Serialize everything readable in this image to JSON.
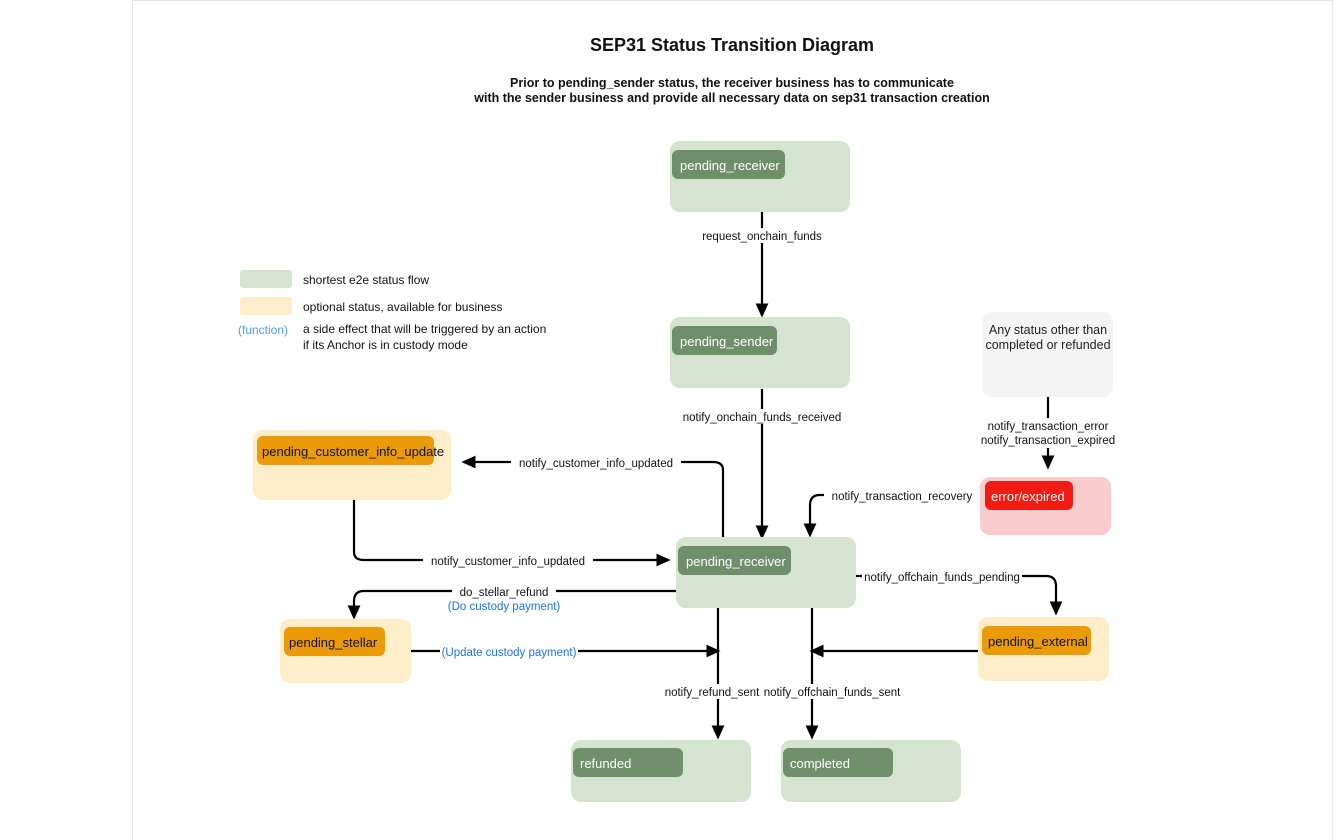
{
  "header": {
    "title": "SEP31 Status Transition Diagram",
    "subtitle_line1": "Prior to pending_sender status, the receiver business has to communicate",
    "subtitle_line2": "with the sender business and provide all necessary data on sep31 transaction creation"
  },
  "legend": {
    "items": [
      {
        "swatch": "#d4e4d0",
        "label": "shortest e2e status flow"
      },
      {
        "swatch": "#fdeec9",
        "label": "optional status, available for business"
      }
    ],
    "function_key": "(function)",
    "function_desc_line1": "a side effect that will be triggered by an action",
    "function_desc_line2": "if its Anchor is in custody mode"
  },
  "colors": {
    "green_box": "#d4e4d0",
    "green_chip": "#6f8f6a",
    "cream_box": "#fdeec9",
    "orange_chip": "#eb9a09",
    "pink_box": "#f9cdcd",
    "red_chip": "#f01b13",
    "gray_box": "#f4f4f4",
    "function_blue": "#1a73e8",
    "edge": "#000000"
  },
  "nodes": [
    {
      "id": "pending_receiver_top",
      "label": "pending_receiver",
      "kind": "green"
    },
    {
      "id": "pending_sender",
      "label": "pending_sender",
      "kind": "green"
    },
    {
      "id": "pending_receiver_mid",
      "label": "pending_receiver",
      "kind": "green"
    },
    {
      "id": "refunded",
      "label": "refunded",
      "kind": "green"
    },
    {
      "id": "completed",
      "label": "completed",
      "kind": "green"
    },
    {
      "id": "pending_customer_info_update",
      "label": "pending_customer_info_update",
      "kind": "orange"
    },
    {
      "id": "pending_stellar",
      "label": "pending_stellar",
      "kind": "orange"
    },
    {
      "id": "pending_external",
      "label": "pending_external",
      "kind": "orange"
    },
    {
      "id": "error_expired",
      "label": "error/expired",
      "kind": "red"
    },
    {
      "id": "any_status",
      "label_line1": "Any status other than",
      "label_line2": "completed or refunded",
      "kind": "plain"
    }
  ],
  "edges": [
    {
      "id": "e1",
      "label": "request_onchain_funds",
      "from": "pending_receiver_top",
      "to": "pending_sender"
    },
    {
      "id": "e2",
      "label": "notify_onchain_funds_received",
      "from": "pending_sender",
      "to": "pending_receiver_mid"
    },
    {
      "id": "e3",
      "label": "notify_customer_info_updated",
      "from": "pending_receiver_mid",
      "to": "pending_customer_info_update"
    },
    {
      "id": "e4",
      "label": "notify_customer_info_updated",
      "from": "pending_customer_info_update",
      "to": "pending_receiver_mid"
    },
    {
      "id": "e5",
      "label": "do_stellar_refund",
      "function": "(Do custody payment)",
      "from": "pending_receiver_mid",
      "to": "pending_stellar"
    },
    {
      "id": "e6",
      "label": "",
      "function": "(Update custody payment)",
      "from": "pending_stellar",
      "to": "pending_receiver_mid"
    },
    {
      "id": "e7",
      "label": "notify_offchain_funds_pending",
      "from": "pending_receiver_mid",
      "to": "pending_external"
    },
    {
      "id": "e8",
      "label": "",
      "from": "pending_external",
      "to": "pending_receiver_mid"
    },
    {
      "id": "e9",
      "label": "notify_transaction_recovery",
      "from": "error_expired",
      "to": "pending_receiver_mid"
    },
    {
      "id": "e10",
      "label_line1": "notify_transaction_error",
      "label_line2": "notify_transaction_expired",
      "from": "any_status",
      "to": "error_expired"
    },
    {
      "id": "e11",
      "label": "notify_refund_sent",
      "from": "pending_receiver_mid",
      "to": "refunded"
    },
    {
      "id": "e12",
      "label": "notify_offchain_funds_sent",
      "from": "pending_receiver_mid",
      "to": "completed"
    }
  ]
}
